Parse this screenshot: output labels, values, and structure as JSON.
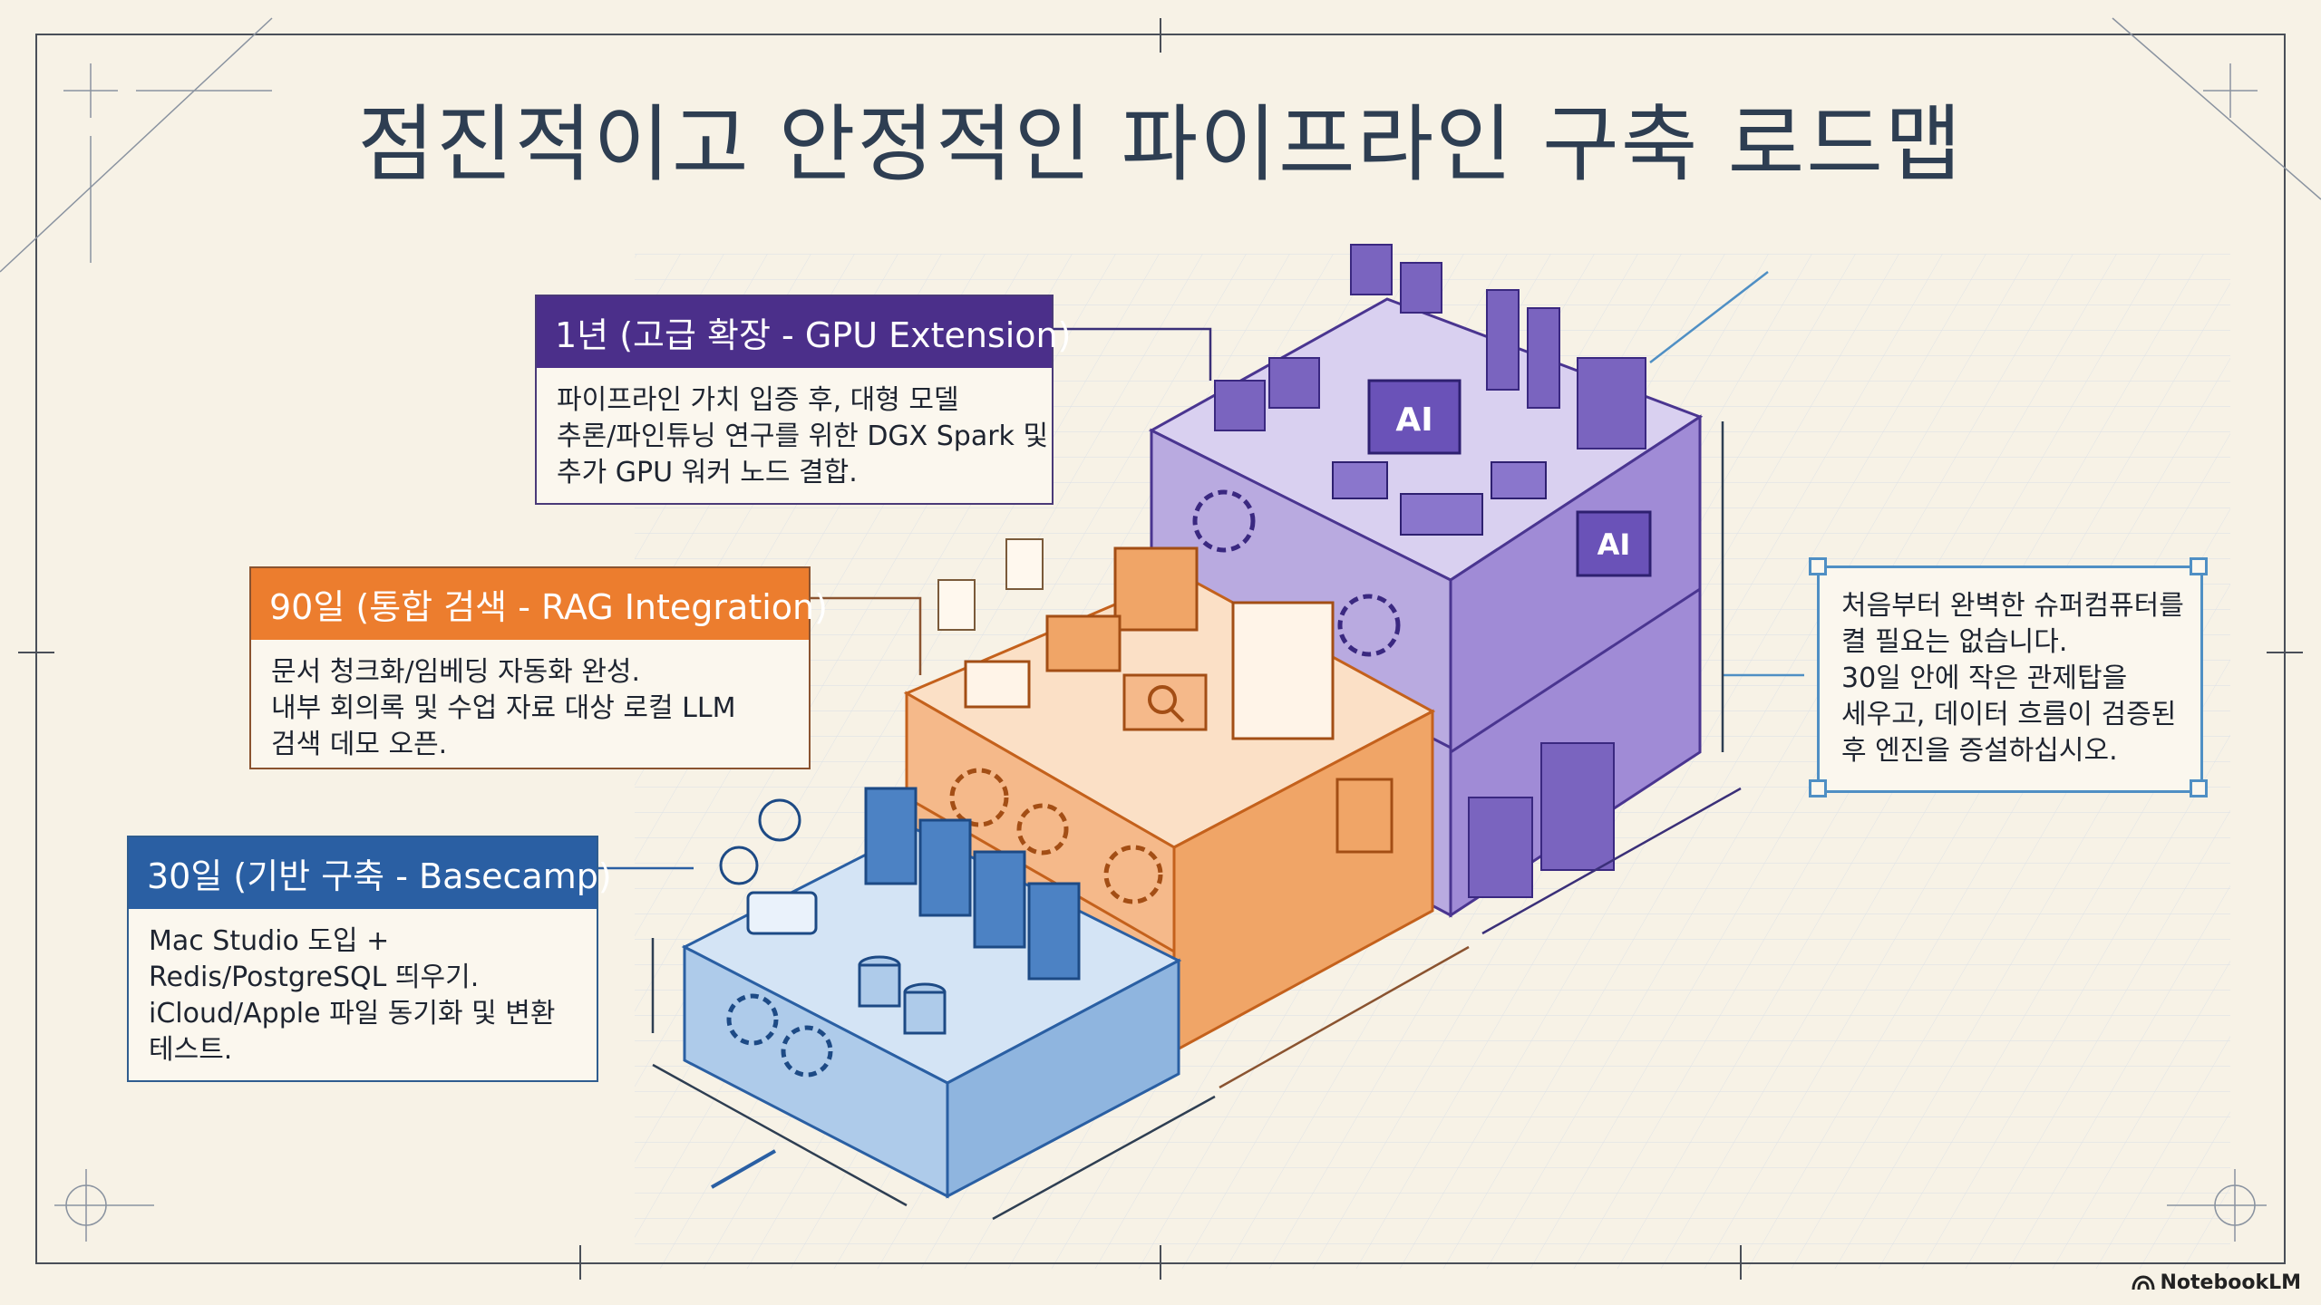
{
  "title": "점진적이고 안정적인 파이프라인 구축 로드맵",
  "stages": {
    "gpu": {
      "heading": "1년 (고급 확장 - GPU Extension)",
      "lines": [
        "파이프라인 가치 입증 후, 대형 모델",
        "추론/파인튜닝 연구를 위한 DGX Spark 및",
        "추가 GPU 워커 노드 결합."
      ],
      "color": "#4b2f8a"
    },
    "rag": {
      "heading": "90일 (통합 검색 - RAG Integration)",
      "lines": [
        "문서 청크화/임베딩 자동화 완성.",
        "내부 회의록 및 수업 자료 대상 로컬 LLM",
        "검색 데모 오픈."
      ],
      "color": "#ec7d2e"
    },
    "base": {
      "heading": "30일 (기반 구축 - Basecamp)",
      "lines": [
        "Mac Studio 도입 +",
        "Redis/PostgreSQL 띄우기.",
        "iCloud/Apple 파일 동기화 및 변환",
        "테스트."
      ],
      "color": "#2a5fa3"
    }
  },
  "note": {
    "lines": [
      "처음부터 완벽한 슈퍼컴퓨터를",
      "켤 필요는 없습니다.",
      "30일 안에 작은 관제탑을",
      "세우고, 데이터 흐름이 검증된",
      "후 엔진을 증설하십시오."
    ]
  },
  "chip_labels": [
    "AI",
    "AI"
  ],
  "brand": "NotebookLM",
  "icons": [
    "cloud-icon",
    "server-icon",
    "database-icon",
    "gear-icon",
    "document-icon",
    "search-icon",
    "chip-icon",
    "notebooklm-logo-icon"
  ]
}
